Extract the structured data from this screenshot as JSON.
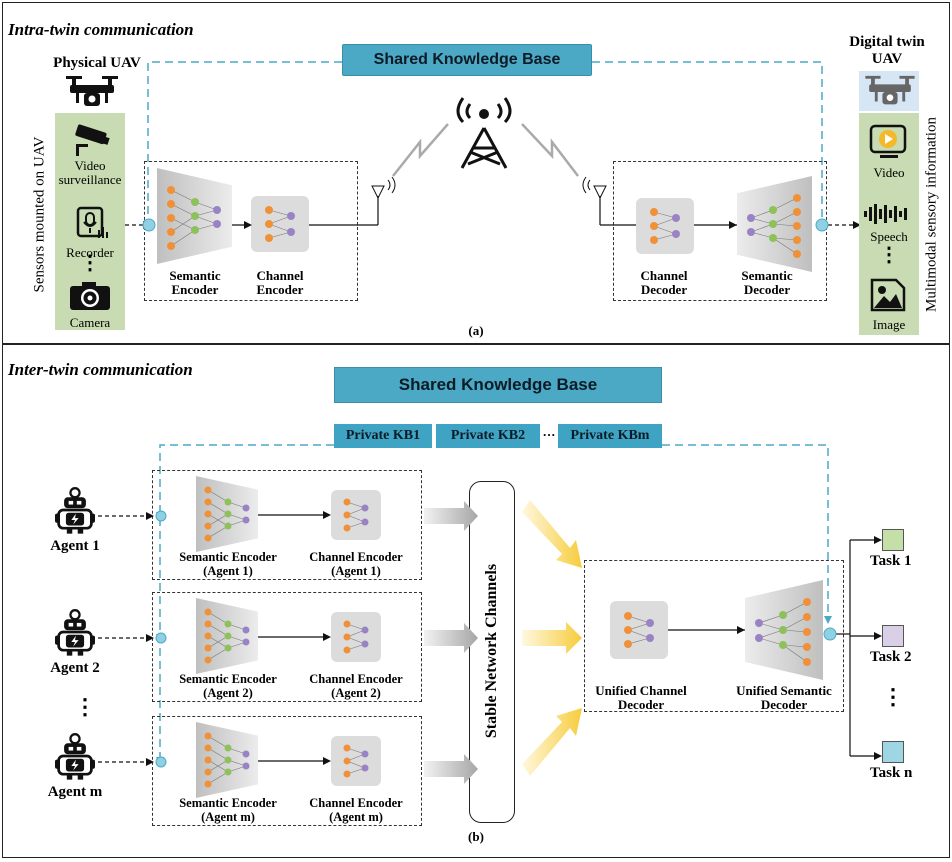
{
  "top": {
    "title": "Intra-twin communication",
    "shared_kb": "Shared Knowledge Base",
    "physical_uav": "Physical UAV",
    "digital_twin_line1": "Digital twin",
    "digital_twin_line2": "UAV",
    "sensors_label": "Sensors mounted on UAV",
    "sensor_video_1": "Video",
    "sensor_video_2": "surveillance",
    "sensor_recorder": "Recorder",
    "sensor_camera": "Camera",
    "semantic_encoder_1": "Semantic",
    "semantic_encoder_2": "Encoder",
    "channel_encoder_1": "Channel",
    "channel_encoder_2": "Encoder",
    "channel_decoder_1": "Channel",
    "channel_decoder_2": "Decoder",
    "semantic_decoder_1": "Semantic",
    "semantic_decoder_2": "Decoder",
    "multimodal_label": "Multimodal sensory information",
    "out_video": "Video",
    "out_speech": "Speech",
    "out_image": "Image",
    "caption": "(a)"
  },
  "bottom": {
    "title": "Inter-twin communication",
    "shared_kb": "Shared Knowledge Base",
    "private_kb1": "Private KB1",
    "private_kb2": "Private KB2",
    "private_dots": "···",
    "private_kbm": "Private KBm",
    "agents": [
      {
        "name": "Agent 1",
        "sem_1": "Semantic Encoder",
        "sem_2": "(Agent 1)",
        "ch_1": "Channel Encoder",
        "ch_2": "(Agent 1)"
      },
      {
        "name": "Agent 2",
        "sem_1": "Semantic Encoder",
        "sem_2": "(Agent 2)",
        "ch_1": "Channel Encoder",
        "ch_2": "(Agent 2)"
      },
      {
        "name": "Agent m",
        "sem_1": "Semantic Encoder",
        "sem_2": "(Agent m)",
        "ch_1": "Channel Encoder",
        "ch_2": "(Agent m)"
      }
    ],
    "stable_channels": "Stable Network Channels",
    "unified_channel_1": "Unified Channel",
    "unified_channel_2": "Decoder",
    "unified_semantic_1": "Unified Semantic",
    "unified_semantic_2": "Decoder",
    "tasks": [
      "Task 1",
      "Task 2",
      "Task n"
    ],
    "task_colors": [
      "#c5dfa8",
      "#d9cfe6",
      "#9fd6e3"
    ],
    "caption": "(b)"
  },
  "colors": {
    "kb_fill": "#4ba9c6",
    "dashed_link": "#4ba9c6",
    "sensor_bar": "#c8dbb2",
    "node_orange": "#f0913a",
    "node_green": "#8fc15a",
    "node_purple": "#9a83c4"
  }
}
